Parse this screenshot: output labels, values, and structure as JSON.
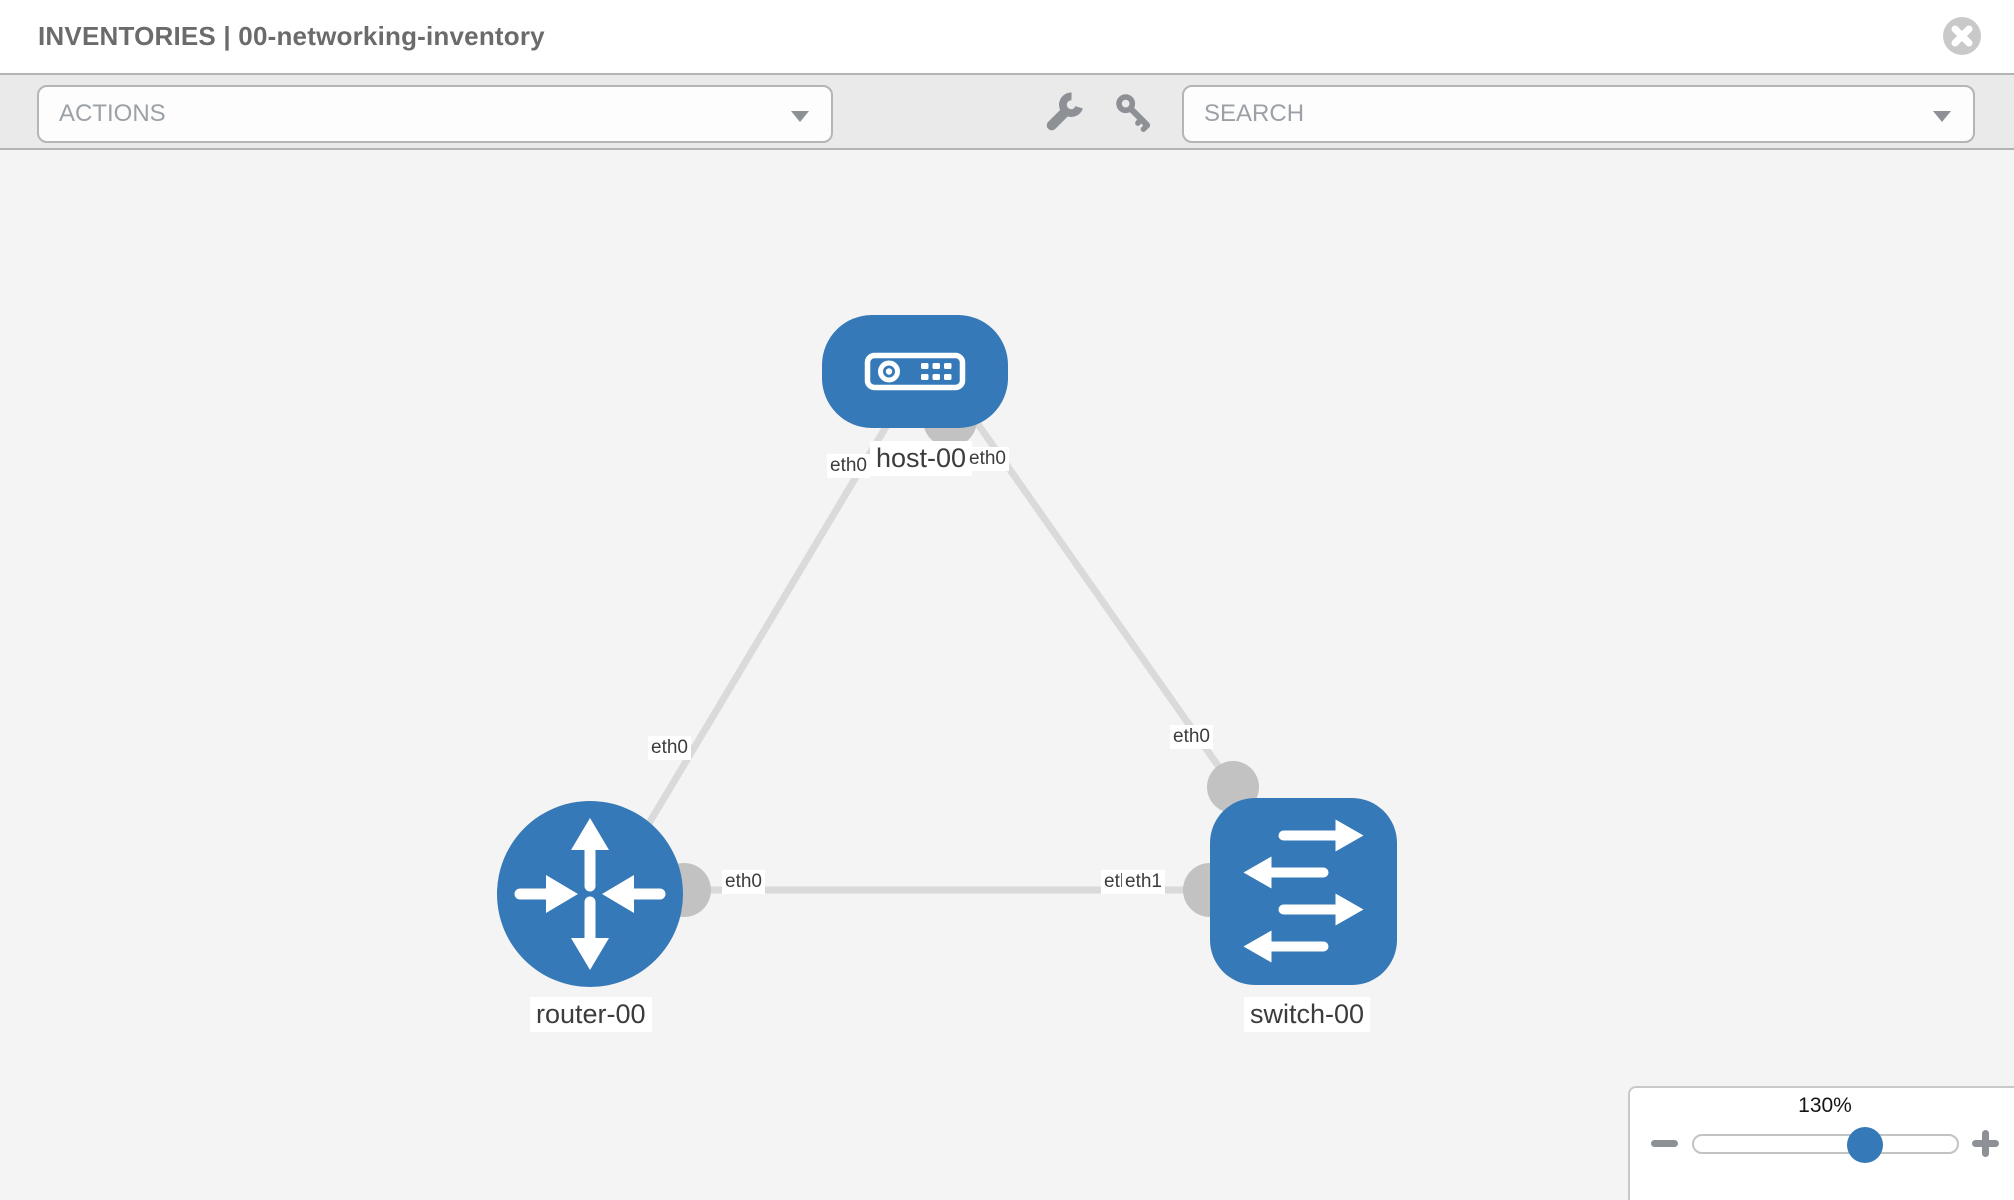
{
  "header": {
    "title": "INVENTORIES | 00-networking-inventory",
    "close_icon": "times-circle-icon"
  },
  "toolbar": {
    "actions_label": "ACTIONS",
    "search_label": "SEARCH",
    "icons": [
      "wrench-icon",
      "key-icon",
      "chevron-down-icon"
    ]
  },
  "topology": {
    "nodes": [
      {
        "name": "host-00",
        "type": "host",
        "icon": "host-icon"
      },
      {
        "name": "router-00",
        "type": "router",
        "icon": "router-icon"
      },
      {
        "name": "switch-00",
        "type": "switch",
        "icon": "switch-icon"
      }
    ],
    "links": [
      {
        "from": "host-00",
        "from_interface": "eth0",
        "to": "router-00",
        "to_interface": "eth0"
      },
      {
        "from": "host-00",
        "from_interface": "eth0",
        "to": "switch-00",
        "to_interface": "eth0"
      },
      {
        "from": "router-00",
        "from_interface": "eth0",
        "to": "switch-00",
        "to_interface": "eth1"
      }
    ],
    "interface_labels": [
      {
        "text": "eth0",
        "position": "host-left"
      },
      {
        "text": "eth0",
        "position": "host-right"
      },
      {
        "text": "eth0",
        "position": "router-top"
      },
      {
        "text": "eth0",
        "position": "switch-top"
      },
      {
        "text": "eth0",
        "position": "router-right"
      },
      {
        "text": "eth0",
        "position": "switch-left-underlapped"
      },
      {
        "text": "eth1",
        "position": "switch-left"
      }
    ]
  },
  "zoom_control": {
    "level": "130%",
    "minus_icon": "minus-icon",
    "plus_icon": "plus-icon"
  },
  "colors": {
    "node_blue": "#3579b8",
    "link_gray": "#dadada",
    "interface_gray": "#c2c2c2",
    "canvas_bg": "#f4f4f4",
    "toolbar_bg": "#eaeaea",
    "title_gray": "#6b6b6b",
    "placeholder_gray": "#9ba1a6"
  }
}
